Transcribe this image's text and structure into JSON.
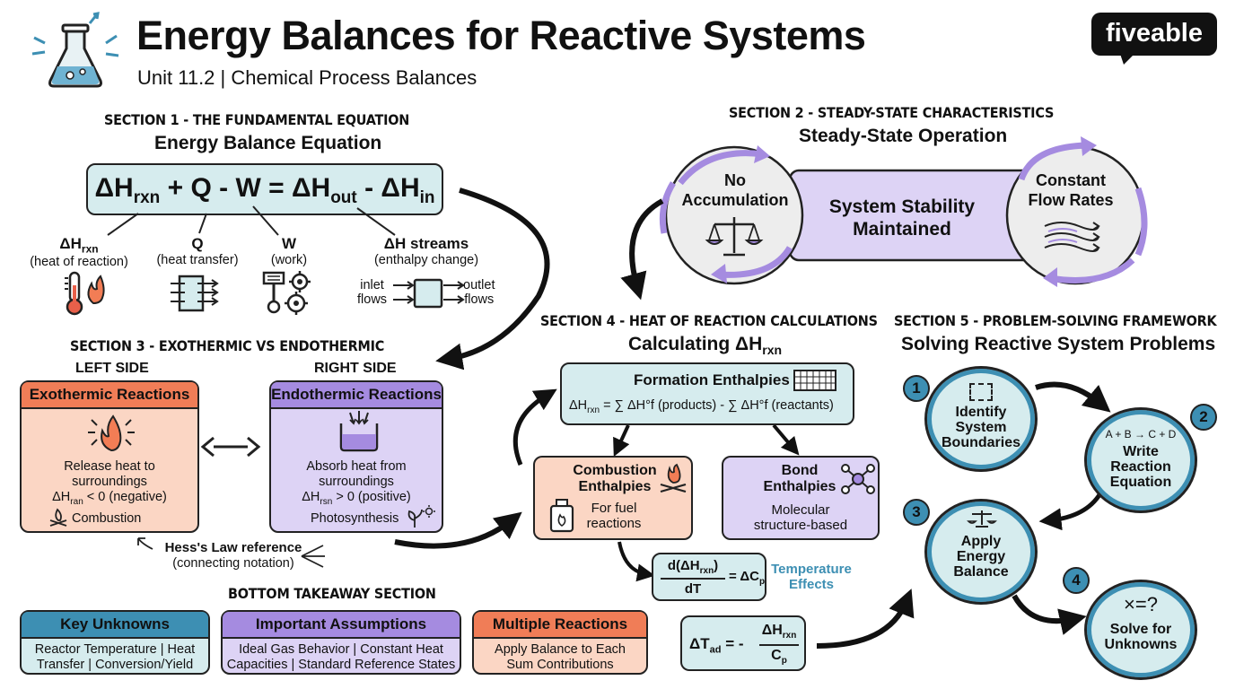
{
  "header": {
    "title": "Energy Balances for Reactive Systems",
    "subtitle": "Unit 11.2 | Chemical Process Balances",
    "brand_a": "five",
    "brand_b": "able"
  },
  "section1": {
    "label": "SECTION 1 - THE FUNDAMENTAL EQUATION",
    "title": "Energy Balance Equation",
    "eq": {
      "dh1": "ΔH",
      "rxn": "rxn",
      "mid": " + Q - W = ΔH",
      "out": "out",
      "minus": " - ΔH",
      "in": "in"
    },
    "terms": [
      {
        "name": "ΔH",
        "sub": "rxn",
        "desc": "(heat of reaction)"
      },
      {
        "name": "Q",
        "sub": "",
        "desc": "(heat transfer)"
      },
      {
        "name": "W",
        "sub": "",
        "desc": "(work)"
      },
      {
        "name": "ΔH streams",
        "sub": "",
        "desc": "(enthalpy change)"
      }
    ],
    "inlet": "inlet\nflows",
    "outlet": "outlet\nflows"
  },
  "section2": {
    "label": "SECTION 2 - STEADY-STATE CHARACTERISTICS",
    "title": "Steady-State Operation",
    "left": "No\nAccumulation",
    "center": "System Stability\nMaintained",
    "right": "Constant\nFlow Rates"
  },
  "section3": {
    "label": "SECTION 3 - EXOTHERMIC VS ENDOTHERMIC",
    "left_side": "LEFT SIDE",
    "right_side": "RIGHT SIDE",
    "exo": {
      "title": "Exothermic Reactions",
      "line1": "Release heat to\nsurroundings",
      "dh": "ΔH",
      "sub": "ran",
      "cond": " < 0 (negative)",
      "example": "Combustion"
    },
    "endo": {
      "title": "Endothermic Reactions",
      "line1": "Absorb heat from\nsurroundings",
      "dh": "ΔH",
      "sub": "rsn",
      "cond": " > 0 (positive)",
      "example": "Photosynthesis"
    },
    "hess": "Hess's Law reference",
    "hess_note": "(connecting notation)"
  },
  "section4": {
    "label": "SECTION 4 - HEAT OF REACTION CALCULATIONS",
    "title": "Calculating ΔH",
    "title_sub": "rxn",
    "formation": {
      "title": "Formation Enthalpies",
      "formula_a": "ΔH",
      "formula_sub": "rxn",
      "formula_b": " = ∑ ΔH°f (products) - ∑ ΔH°f (reactants)"
    },
    "combustion": {
      "title": "Combustion\nEnthalpies",
      "desc": "For fuel\nreactions"
    },
    "bond": {
      "title": "Bond\nEnthalpies",
      "desc": "Molecular\nstructure-based"
    },
    "dT": {
      "num": "d(ΔH",
      "num_sub": "rxn",
      "num_end": ")",
      "den": "dT",
      "rhs": "= ΔC",
      "rhs_sub": "p"
    },
    "temp_effects": "Temperature\nEffects",
    "adiabatic": {
      "lhs": "ΔT",
      "lhs_sub": "ad",
      "eq": "= -",
      "num": "ΔH",
      "num_sub": "rxn",
      "den": "C",
      "den_sub": "p"
    }
  },
  "section5": {
    "label": "SECTION 5 - PROBLEM-SOLVING FRAMEWORK",
    "title": "Solving Reactive System Problems",
    "steps": [
      {
        "num": "1",
        "text": "Identify\nSystem\nBoundaries"
      },
      {
        "num": "2",
        "text": "Write\nReaction\nEquation",
        "hint": "A + B → C + D"
      },
      {
        "num": "3",
        "text": "Apply\nEnergy\nBalance"
      },
      {
        "num": "4",
        "text": "Solve for\nUnknowns",
        "hint": "×=?"
      }
    ]
  },
  "bottom": {
    "label": "BOTTOM TAKEAWAY SECTION",
    "cards": [
      {
        "title": "Key Unknowns",
        "text": "Reactor Temperature | Heat\nTransfer | Conversion/Yield"
      },
      {
        "title": "Important Assumptions",
        "text": "Ideal Gas Behavior | Constant Heat\nCapacities | Standard Reference States"
      },
      {
        "title": "Multiple Reactions",
        "text": "Apply Balance to Each\nSum Contributions"
      }
    ]
  },
  "colors": {
    "teal": "#d6ecee",
    "orange": "#fbd6c4",
    "purple": "#ddd3f5",
    "blue": "#3d8fb3"
  }
}
